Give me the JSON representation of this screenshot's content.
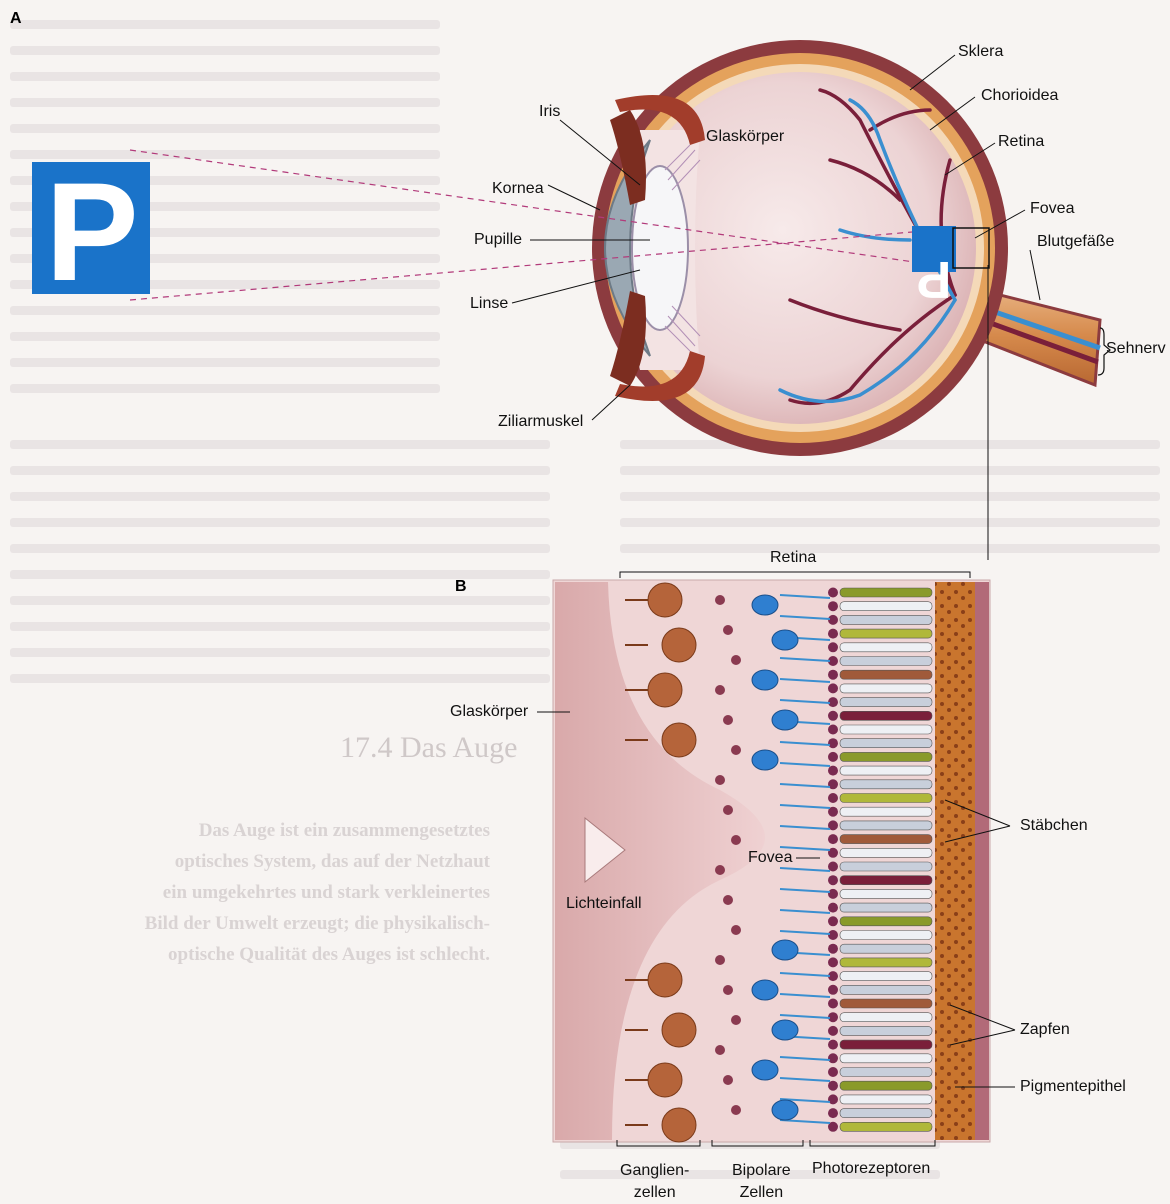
{
  "panels": {
    "a": "A",
    "b": "B"
  },
  "eye_labels": {
    "sklera": "Sklera",
    "chorioidea": "Chorioidea",
    "retina": "Retina",
    "fovea": "Fovea",
    "blutgefaesse": "Blutgefäße",
    "sehnerv": "Sehnerv",
    "iris": "Iris",
    "glaskoerper": "Glaskörper",
    "kornea": "Kornea",
    "pupille": "Pupille",
    "linse": "Linse",
    "ziliarmuskel": "Ziliarmuskel"
  },
  "letter": "P",
  "retina_labels": {
    "retina": "Retina",
    "glaskoerper": "Glaskörper",
    "fovea": "Fovea",
    "lichteinfall": "Lichteinfall",
    "staebchen": "Stäbchen",
    "zapfen": "Zapfen",
    "pigmentepithel": "Pigmentepithel",
    "ganglienzellen": [
      "Ganglien-",
      "zellen"
    ],
    "bipolare_zellen": [
      "Bipolare",
      "Zellen"
    ],
    "photorezeptoren": "Photorezeptoren"
  },
  "background_text": {
    "heading": "17.4 Das Auge",
    "intro": [
      "Das Auge ist ein zusammengesetztes",
      "optisches System, das auf der Netzhaut",
      "ein umgekehrtes und stark verkleinertes",
      "Bild der Umwelt erzeugt; die physikalisch-",
      "optische Qualität des Auges ist schlecht."
    ]
  },
  "colors": {
    "sclera": "#8c3b3f",
    "choroid": "#e4a25c",
    "eyeball": "#f2dfe0",
    "vessel_red": "#7a1f3a",
    "vessel_blue": "#3a8fd0",
    "letter_bg": "#1a73c9",
    "retina_pink": "#f0d2d3",
    "pigment": "#c9752e"
  }
}
